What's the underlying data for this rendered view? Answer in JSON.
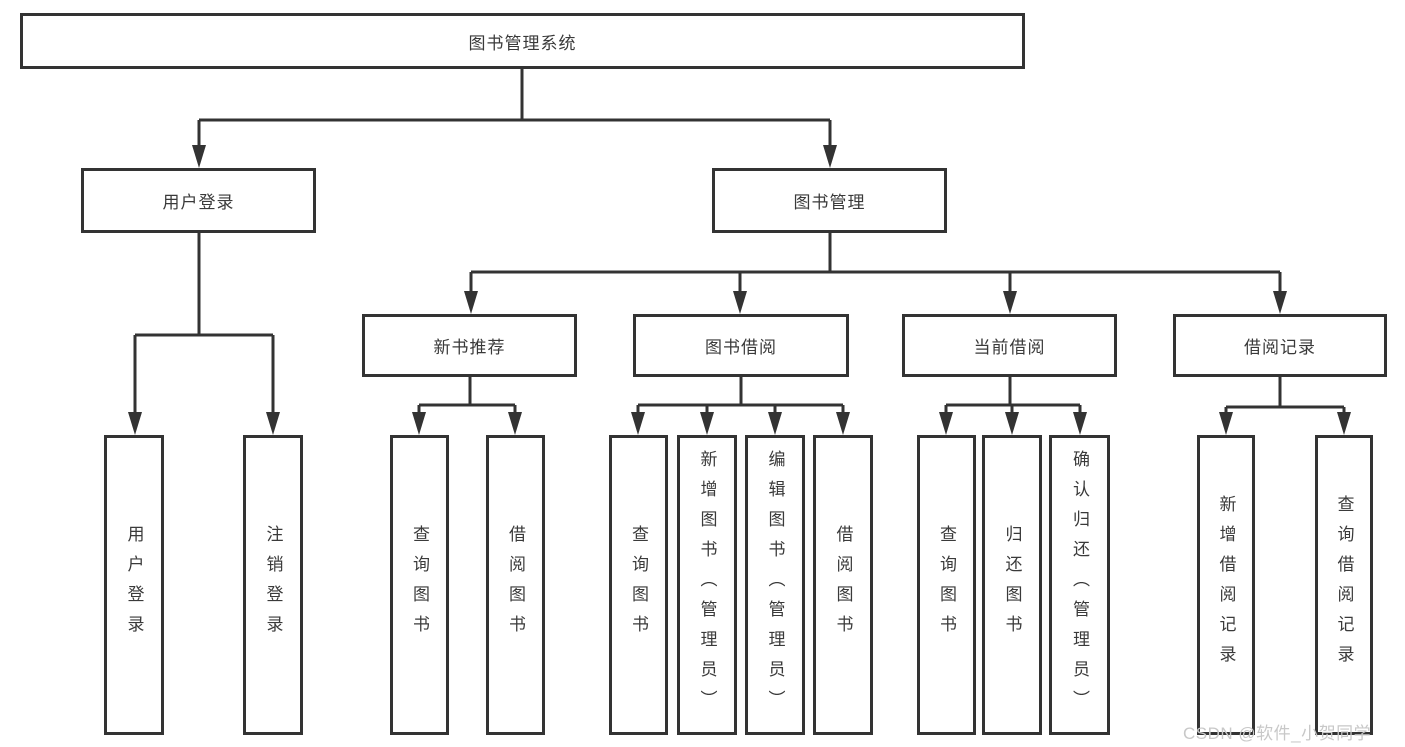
{
  "diagram": {
    "root": {
      "label": "图书管理系统",
      "children": [
        {
          "label": "用户登录",
          "children": [
            {
              "label": "用户登录"
            },
            {
              "label": "注销登录"
            }
          ]
        },
        {
          "label": "图书管理",
          "children": [
            {
              "label": "新书推荐",
              "children": [
                {
                  "label": "查询图书"
                },
                {
                  "label": "借阅图书"
                }
              ]
            },
            {
              "label": "图书借阅",
              "children": [
                {
                  "label": "查询图书"
                },
                {
                  "label": "新增图书（管理员）"
                },
                {
                  "label": "编辑图书（管理员）"
                },
                {
                  "label": "借阅图书"
                }
              ]
            },
            {
              "label": "当前借阅",
              "children": [
                {
                  "label": "查询图书"
                },
                {
                  "label": "归还图书"
                },
                {
                  "label": "确认归还（管理员）"
                }
              ]
            },
            {
              "label": "借阅记录",
              "children": [
                {
                  "label": "新增借阅记录"
                },
                {
                  "label": "查询借阅记录"
                }
              ]
            }
          ]
        }
      ]
    }
  },
  "watermark": {
    "text": "CSDN @软件_小贺同学"
  },
  "colors": {
    "line": "#333333",
    "text": "#3a3a3a",
    "watermark": "#c8c8c8",
    "background": "#ffffff"
  }
}
